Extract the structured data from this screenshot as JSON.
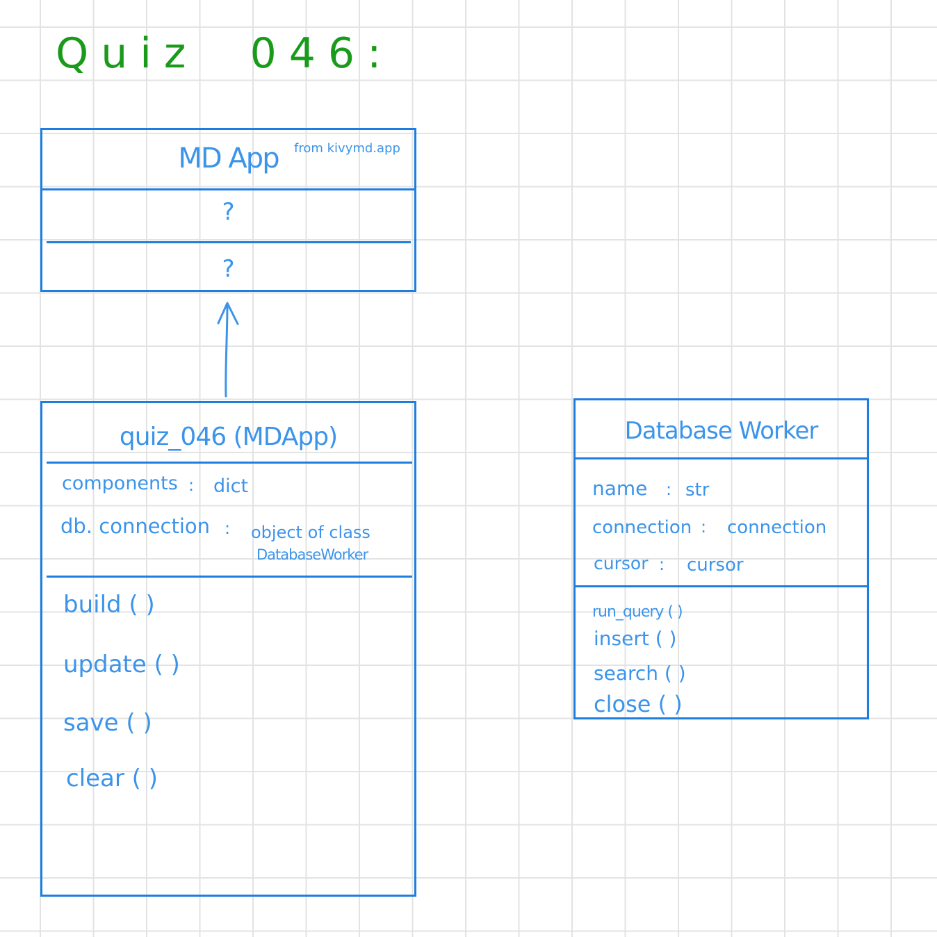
{
  "title": "Quiz  046:",
  "colors": {
    "title": "#1a9a1a",
    "box_border": "#1e7ee0",
    "text": "#3c94ea",
    "grid": "#e3e3e3"
  },
  "mdapp": {
    "name": "MD App",
    "note": "from kivymd.app",
    "attributes": "?",
    "methods": "?"
  },
  "quiz": {
    "name": "quiz_046 (MDApp)",
    "attributes": [
      {
        "name": "components",
        "sep": ":",
        "type": "dict"
      },
      {
        "name": "db. connection",
        "sep": ":",
        "type": "object of class",
        "type_line2": "DatabaseWorker"
      }
    ],
    "methods": [
      "build ( )",
      "update ( )",
      "save ( )",
      "clear ( )"
    ]
  },
  "worker": {
    "name": "Database Worker",
    "attributes": [
      {
        "name": "name",
        "sep": ":",
        "type": "str"
      },
      {
        "name": "connection",
        "sep": ":",
        "type": "connection"
      },
      {
        "name": "cursor",
        "sep": ":",
        "type": "cursor"
      }
    ],
    "methods": [
      "run_query ( )",
      "insert ( )",
      "search ( )",
      "close ( )"
    ]
  }
}
